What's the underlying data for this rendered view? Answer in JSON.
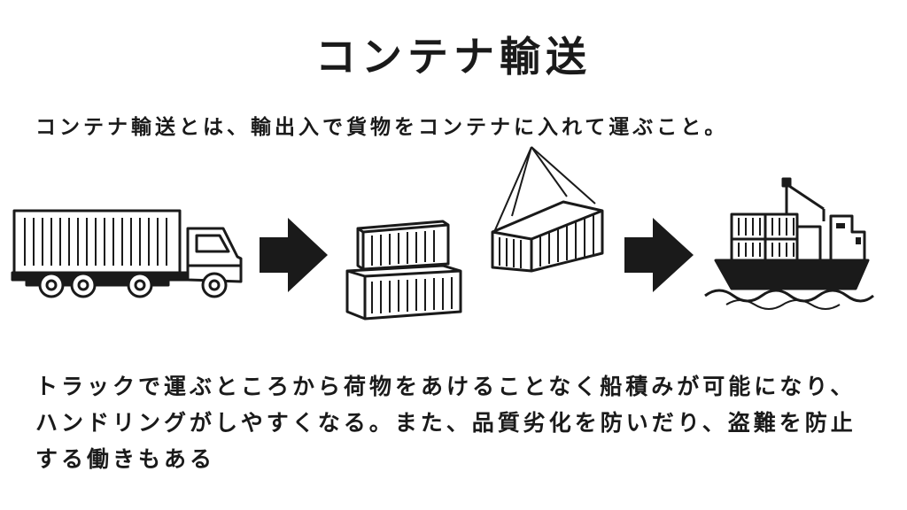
{
  "title": "コンテナ輸送",
  "subtitle": "コンテナ輸送とは、輸出入で貨物をコンテナに入れて運ぶこと。",
  "description": "トラックで運ぶところから荷物をあけることなく船積みが可能になり、ハンドリングがしやすくなる。また、品質劣化を防いだり、盗難を防止する働きもある",
  "illustrations": {
    "stages": [
      "truck-icon",
      "stacked-containers-icon",
      "crane-lifted-container-icon",
      "cargo-ship-icon"
    ],
    "arrows": [
      "arrow-right-icon",
      "arrow-right-icon"
    ]
  }
}
